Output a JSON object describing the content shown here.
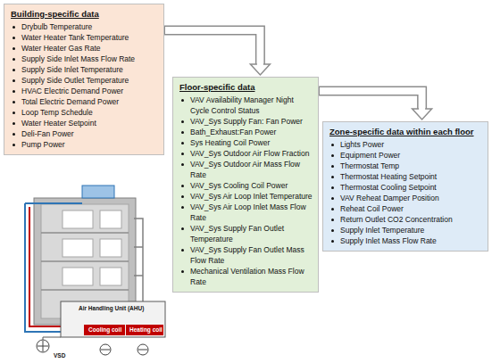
{
  "diagram": {
    "nodes": [
      {
        "text": [
          "Building-specific data",
          "Drybulb Temperature",
          "Water Heater Tank Temperature",
          "Water Heater Gas Rate",
          "Supply Side Inlet Mass Flow Rate",
          "Supply Side Inlet Temperature",
          "Supply Side Outlet Temperature",
          "HVAC Electric Demand Power",
          "Total Electric Demand Power",
          "Loop Temp Schedule",
          "Water Heater Setpoint",
          "Deli-Fan Power",
          "Pump Power"
        ]
      },
      {
        "text": [
          "Floor-specific data",
          "VAV Availability Manager Night Cycle Control Status",
          "VAV_Sys Supply Fan: Fan Power",
          "Bath_Exhaust:Fan Power",
          "Sys Heating Coil Power",
          "VAV_Sys Outdoor Air Flow Fraction",
          "VAV_Sys Outdoor Air Mass Flow Rate",
          "VAV_Sys Cooling Coil Power",
          "VAV_Sys Air Loop Inlet Temperature",
          "VAV_Sys Air Loop Inlet Mass Flow Rate",
          "VAV_Sys Supply Fan Outlet Temperature",
          "VAV_Sys Supply Fan Outlet Mass Flow Rate",
          "Mechanical Ventilation Mass Flow Rate"
        ]
      },
      {
        "text": [
          "Zone-specific data within each floor",
          "Lights Power",
          "Equipment Power",
          "Thermostat Temp",
          "Thermostat Heating Setpoint",
          "Thermostat Cooling Setpoint",
          "VAV Reheat Damper Position",
          "Reheat Coil Power",
          "Return Outlet CO2 Concentration",
          "Supply Inlet Temperature",
          "Supply Inlet Mass Flow Rate"
        ]
      }
    ],
    "edges": [
      {
        "from": 0,
        "to": 1,
        "arrow": "to"
      },
      {
        "from": 1,
        "to": 2,
        "arrow": "to"
      }
    ],
    "labels": [
      "Air Handling Unit (AHU)",
      "Cooling coil",
      "Heating coil",
      "VSD"
    ]
  }
}
